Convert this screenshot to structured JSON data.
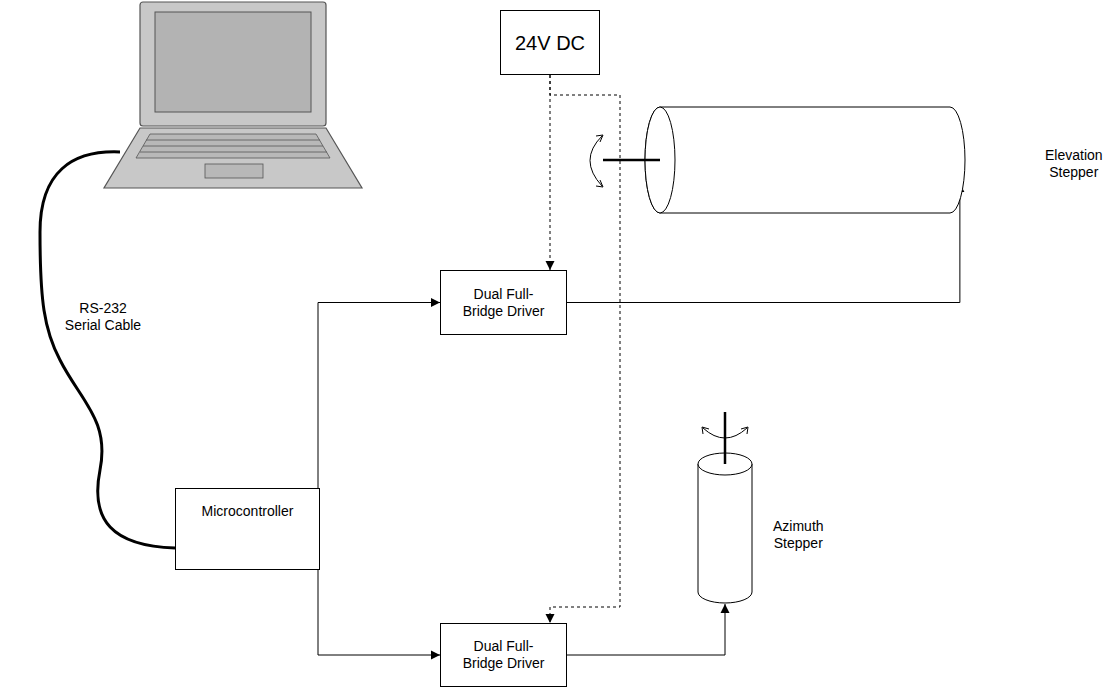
{
  "diagram": {
    "nodes": [
      {
        "text": [
          "24V DC"
        ]
      },
      {
        "text": [
          "Dual Full- Bridge Driver"
        ]
      },
      {
        "text": [
          "Elevation Stepper"
        ]
      },
      {
        "text": [
          "Microcontroller"
        ]
      },
      {
        "text": [
          "Azimuth Stepper"
        ]
      },
      {
        "text": [
          "Dual Full- Bridge Driver"
        ]
      }
    ],
    "edges": [
      {
        "from": 0,
        "to": 1,
        "arrow": "to"
      },
      {
        "from": 0,
        "to": 5,
        "arrow": "to"
      },
      {
        "from": 3,
        "to": 1,
        "arrow": "to"
      },
      {
        "from": 3,
        "to": 5,
        "arrow": "to"
      },
      {
        "from": 1,
        "to": 2,
        "arrow": "to"
      },
      {
        "from": 5,
        "to": 4,
        "arrow": "to"
      }
    ],
    "labels": [
      "RS-232 Serial Cable"
    ]
  }
}
